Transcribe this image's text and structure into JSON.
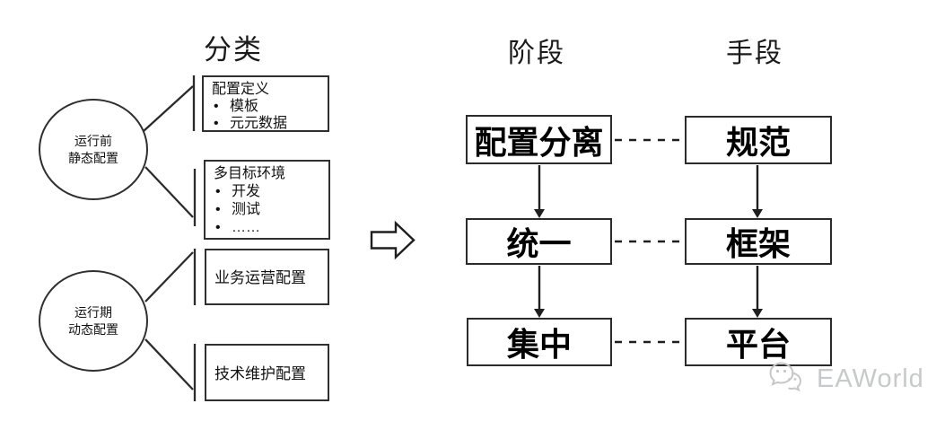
{
  "titles": {
    "classification": "分类",
    "stage": "阶段",
    "means": "手段"
  },
  "glyphs": {
    "bullet": "•"
  },
  "left": {
    "circles": [
      {
        "label": "运行前\n静态配置"
      },
      {
        "label": "运行期\n动态配置"
      }
    ],
    "boxes": [
      {
        "title": "配置定义",
        "bullets": [
          "模板",
          "元元数据"
        ]
      },
      {
        "title": "多目标环境",
        "bullets": [
          "开发",
          "测试",
          "……"
        ]
      },
      {
        "title": "业务运营配置"
      },
      {
        "title": "技术维护配置"
      }
    ]
  },
  "flow": {
    "rows": [
      {
        "stage": "配置分离",
        "means": "规范"
      },
      {
        "stage": "统一",
        "means": "框架"
      },
      {
        "stage": "集中",
        "means": "平台"
      }
    ]
  },
  "watermark": {
    "text": "EAWorld"
  },
  "colors": {
    "line": "#2b2b2b",
    "text": "#111111",
    "box_border": "#2f2f2f",
    "watermark": "#c8c9ca",
    "background": "#ffffff"
  }
}
